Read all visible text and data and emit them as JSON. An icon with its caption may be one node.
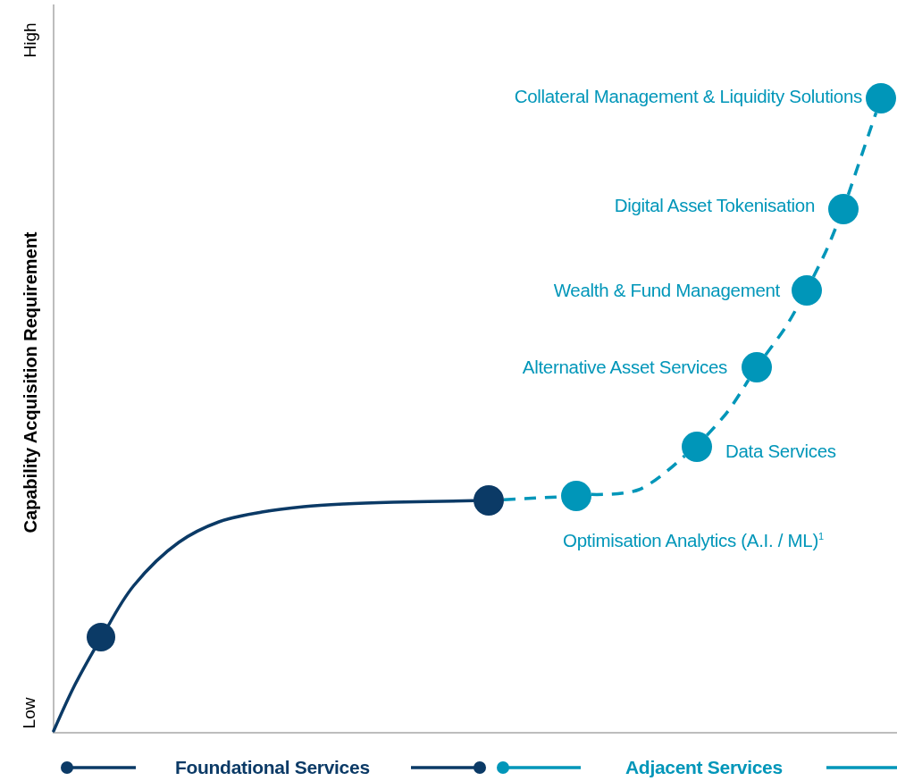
{
  "diagram": {
    "nodes": [
      {
        "text": [],
        "shape": "circle"
      },
      {
        "text": [],
        "shape": "circle"
      },
      {
        "text": [],
        "shape": "circle",
        "beside": [
          "Optimisation Analytics (A.I. / ML)$^{1}$"
        ]
      },
      {
        "text": [],
        "shape": "circle",
        "beside": [
          "Data Services"
        ]
      },
      {
        "text": [],
        "shape": "circle",
        "beside": [
          "Alternative Asset Services"
        ]
      },
      {
        "text": [],
        "shape": "circle",
        "beside": [
          "Wealth & Fund Management"
        ]
      },
      {
        "text": [],
        "shape": "circle",
        "beside": [
          "Digital Asset Tokenisation"
        ]
      },
      {
        "text": [],
        "shape": "circle",
        "beside": [
          "Collateral Management & Liquidity Solutions"
        ]
      }
    ],
    "edges": [
      {
        "from": null,
        "to": 0,
        "arrow": "none",
        "color": "#0b3a66"
      },
      {
        "from": 0,
        "to": 1,
        "arrow": "none",
        "color": "#0b3a66"
      },
      {
        "from": 1,
        "to": 2,
        "arrow": "none",
        "style": "dashed"
      },
      {
        "from": 2,
        "to": 3,
        "arrow": "none",
        "style": "dashed"
      },
      {
        "from": 3,
        "to": 4,
        "arrow": "none",
        "style": "dashed"
      },
      {
        "from": 4,
        "to": 5,
        "arrow": "none",
        "style": "dashed"
      },
      {
        "from": 5,
        "to": 6,
        "arrow": "none",
        "style": "dashed"
      },
      {
        "from": 6,
        "to": 7,
        "arrow": "none",
        "style": "dashed"
      }
    ],
    "labels": [
      "High",
      "Capability Acquisition Requirement",
      "Low"
    ],
    "legend": [
      {
        "text": "Foundational Services"
      },
      {
        "text": "Adjacent Services"
      }
    ]
  }
}
